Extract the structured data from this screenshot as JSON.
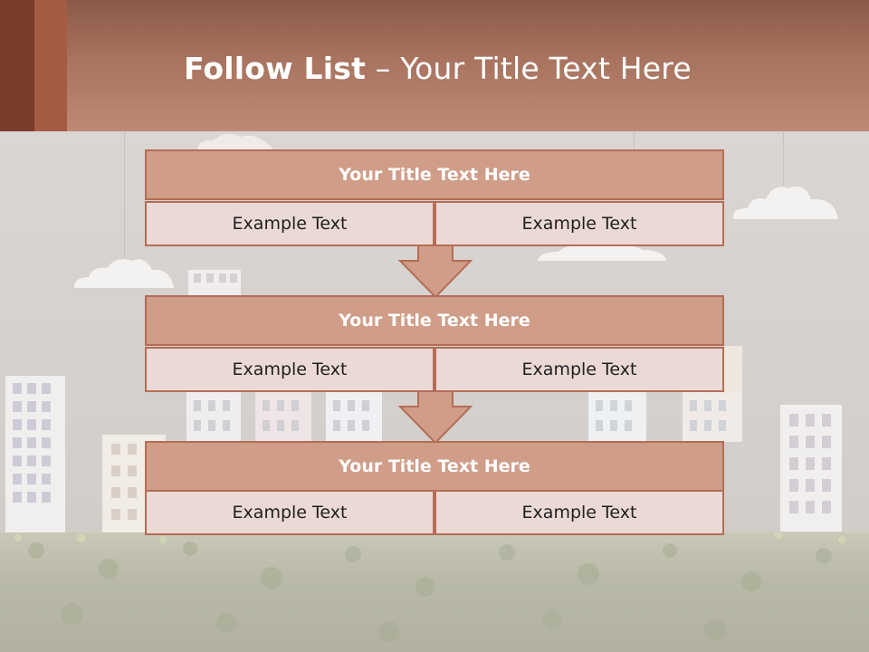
{
  "header": {
    "title_bold": "Follow List",
    "title_rest": " – Your Title Text Here"
  },
  "steps": [
    {
      "title": "Your Title Text Here",
      "left": "Example Text",
      "right": "Example Text"
    },
    {
      "title": "Your Title Text Here",
      "left": "Example Text",
      "right": "Example Text"
    },
    {
      "title": "Your Title Text Here",
      "left": "Example Text",
      "right": "Example Text"
    }
  ],
  "colors": {
    "header": "#a8735f",
    "box_header": "#cf9d88",
    "box_cell": "#ebd9d5",
    "border": "#b56d55",
    "arrow": "#cf9d88"
  },
  "icons": [
    "down-arrow-icon",
    "cloud-icon",
    "building-icon"
  ]
}
